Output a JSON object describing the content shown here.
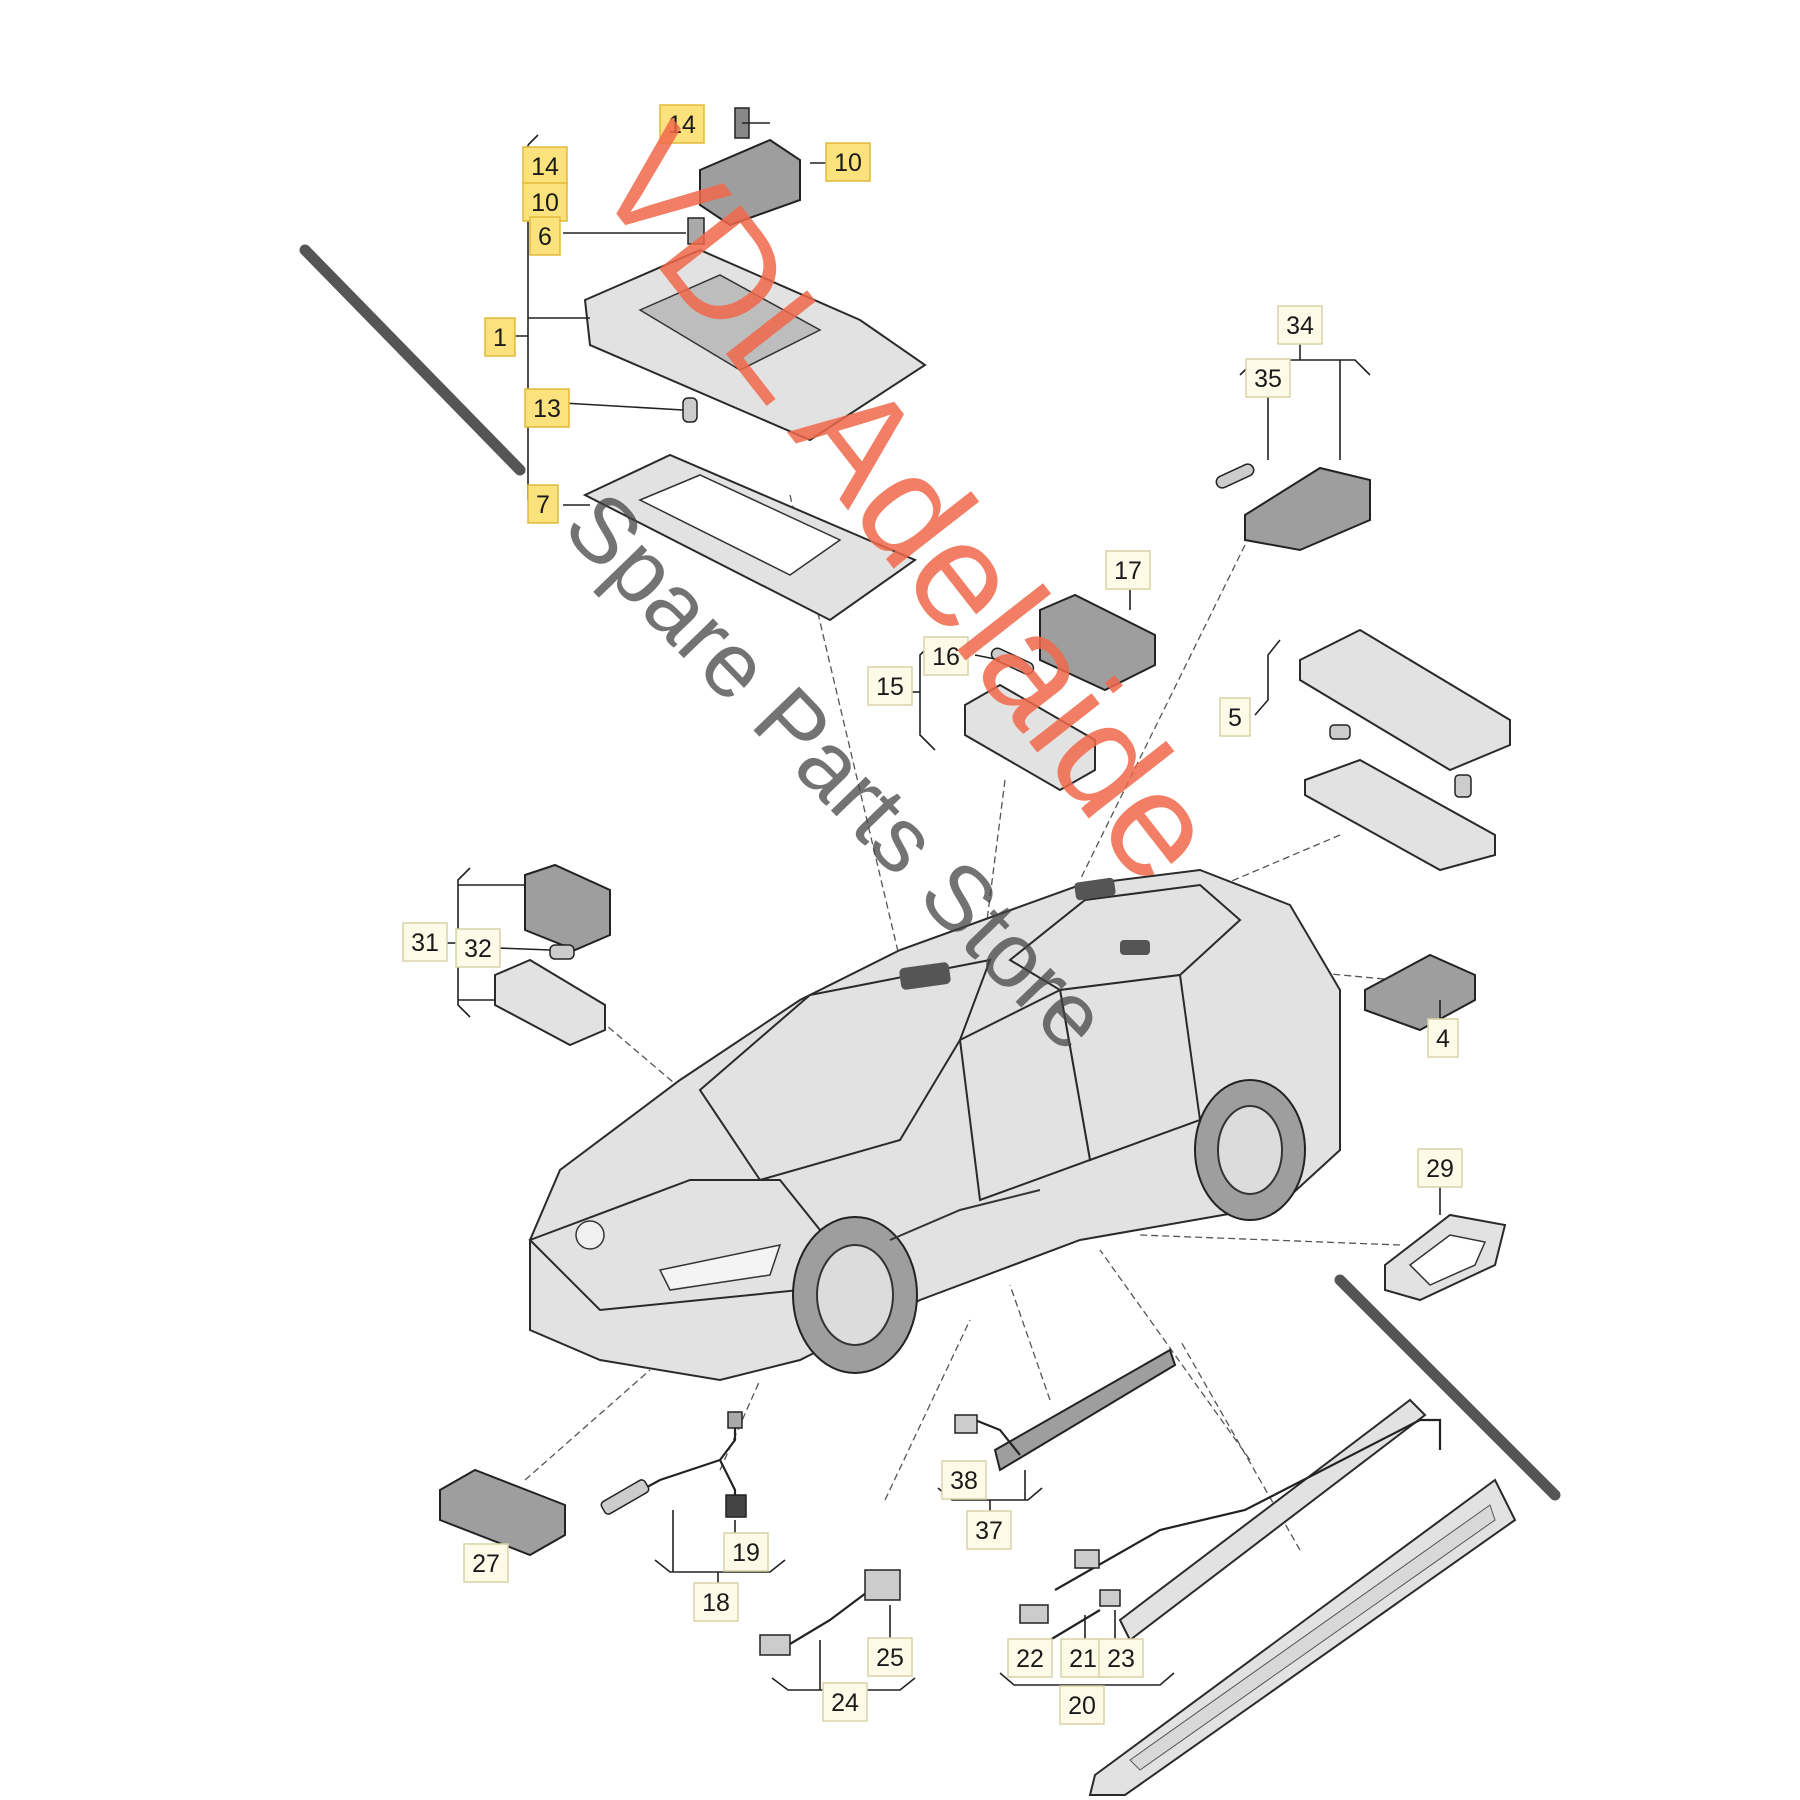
{
  "watermark": {
    "brand": "VDL Adelaide",
    "store": "Spare Parts Store",
    "brand_color": "#f0684a",
    "store_color": "#444444"
  },
  "colors": {
    "highlight_fill": "#fbe27c",
    "highlight_stroke": "#e2b93b",
    "label_box_fill": "#fdfbe8",
    "label_box_stroke": "#d8d2a8"
  },
  "parts": [
    {
      "id": "14a",
      "label": "14",
      "highlighted": true
    },
    {
      "id": "10a",
      "label": "10",
      "highlighted": true
    },
    {
      "id": "14b",
      "label": "14",
      "highlighted": true
    },
    {
      "id": "10b",
      "label": "10",
      "highlighted": true
    },
    {
      "id": "6",
      "label": "6",
      "highlighted": true
    },
    {
      "id": "1",
      "label": "1",
      "highlighted": true
    },
    {
      "id": "13",
      "label": "13",
      "highlighted": true
    },
    {
      "id": "7",
      "label": "7",
      "highlighted": true
    },
    {
      "id": "34",
      "label": "34",
      "highlighted": false
    },
    {
      "id": "35",
      "label": "35",
      "highlighted": false
    },
    {
      "id": "17",
      "label": "17",
      "highlighted": false
    },
    {
      "id": "16",
      "label": "16",
      "highlighted": false
    },
    {
      "id": "15",
      "label": "15",
      "highlighted": false
    },
    {
      "id": "5",
      "label": "5",
      "highlighted": false
    },
    {
      "id": "31",
      "label": "31",
      "highlighted": false
    },
    {
      "id": "32",
      "label": "32",
      "highlighted": false
    },
    {
      "id": "4",
      "label": "4",
      "highlighted": false
    },
    {
      "id": "29",
      "label": "29",
      "highlighted": false
    },
    {
      "id": "27",
      "label": "27",
      "highlighted": false
    },
    {
      "id": "19",
      "label": "19",
      "highlighted": false
    },
    {
      "id": "18",
      "label": "18",
      "highlighted": false
    },
    {
      "id": "38",
      "label": "38",
      "highlighted": false
    },
    {
      "id": "37",
      "label": "37",
      "highlighted": false
    },
    {
      "id": "25",
      "label": "25",
      "highlighted": false
    },
    {
      "id": "24",
      "label": "24",
      "highlighted": false
    },
    {
      "id": "22",
      "label": "22",
      "highlighted": false
    },
    {
      "id": "21",
      "label": "21",
      "highlighted": false
    },
    {
      "id": "23",
      "label": "23",
      "highlighted": false
    },
    {
      "id": "20",
      "label": "20",
      "highlighted": false
    }
  ]
}
